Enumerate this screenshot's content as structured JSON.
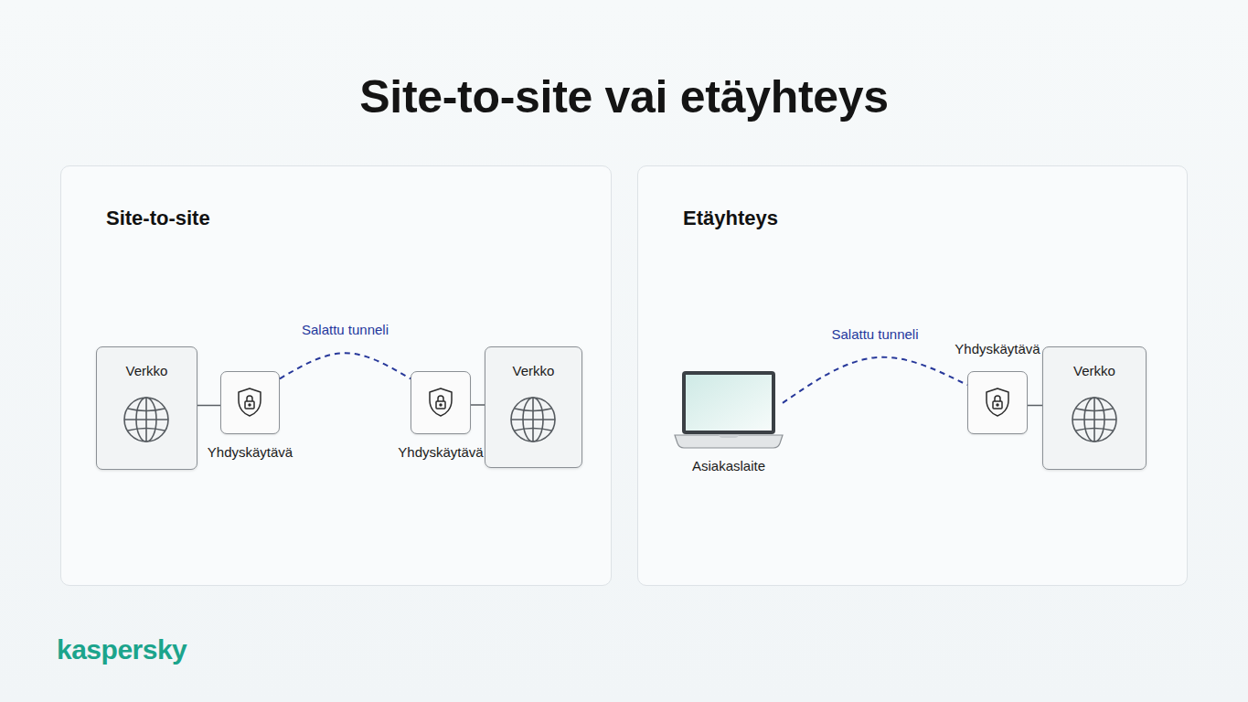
{
  "diagram": {
    "title": "Site-to-site vai etäyhteys",
    "nodes": [
      {
        "text": [
          "Site-to-site"
        ]
      },
      {
        "text": [
          "Verkko"
        ],
        "in": 0
      },
      {
        "text": [
          "Yhdyskäytävä"
        ],
        "in": 0
      },
      {
        "text": [
          "Yhdyskäytävä"
        ],
        "in": 0
      },
      {
        "text": [
          "Verkko"
        ],
        "in": 0
      },
      {
        "text": [
          "Etäyhteys"
        ]
      },
      {
        "text": [
          "Asiakaslaite"
        ],
        "in": 5
      },
      {
        "text": [
          "Yhdyskäytävä"
        ],
        "in": 5
      },
      {
        "text": [
          "Verkko"
        ],
        "in": 5
      }
    ],
    "edges": [
      {
        "from": 1,
        "to": 2,
        "arrow": "none"
      },
      {
        "from": 2,
        "to": 3,
        "label": "Salattu tunneli",
        "arrow": "none"
      },
      {
        "from": 3,
        "to": 4,
        "arrow": "none"
      },
      {
        "from": 6,
        "to": 7,
        "label": "Salattu tunneli",
        "arrow": "none"
      },
      {
        "from": 7,
        "to": 8,
        "arrow": "none"
      }
    ],
    "labels": [
      "kaspersky"
    ]
  }
}
